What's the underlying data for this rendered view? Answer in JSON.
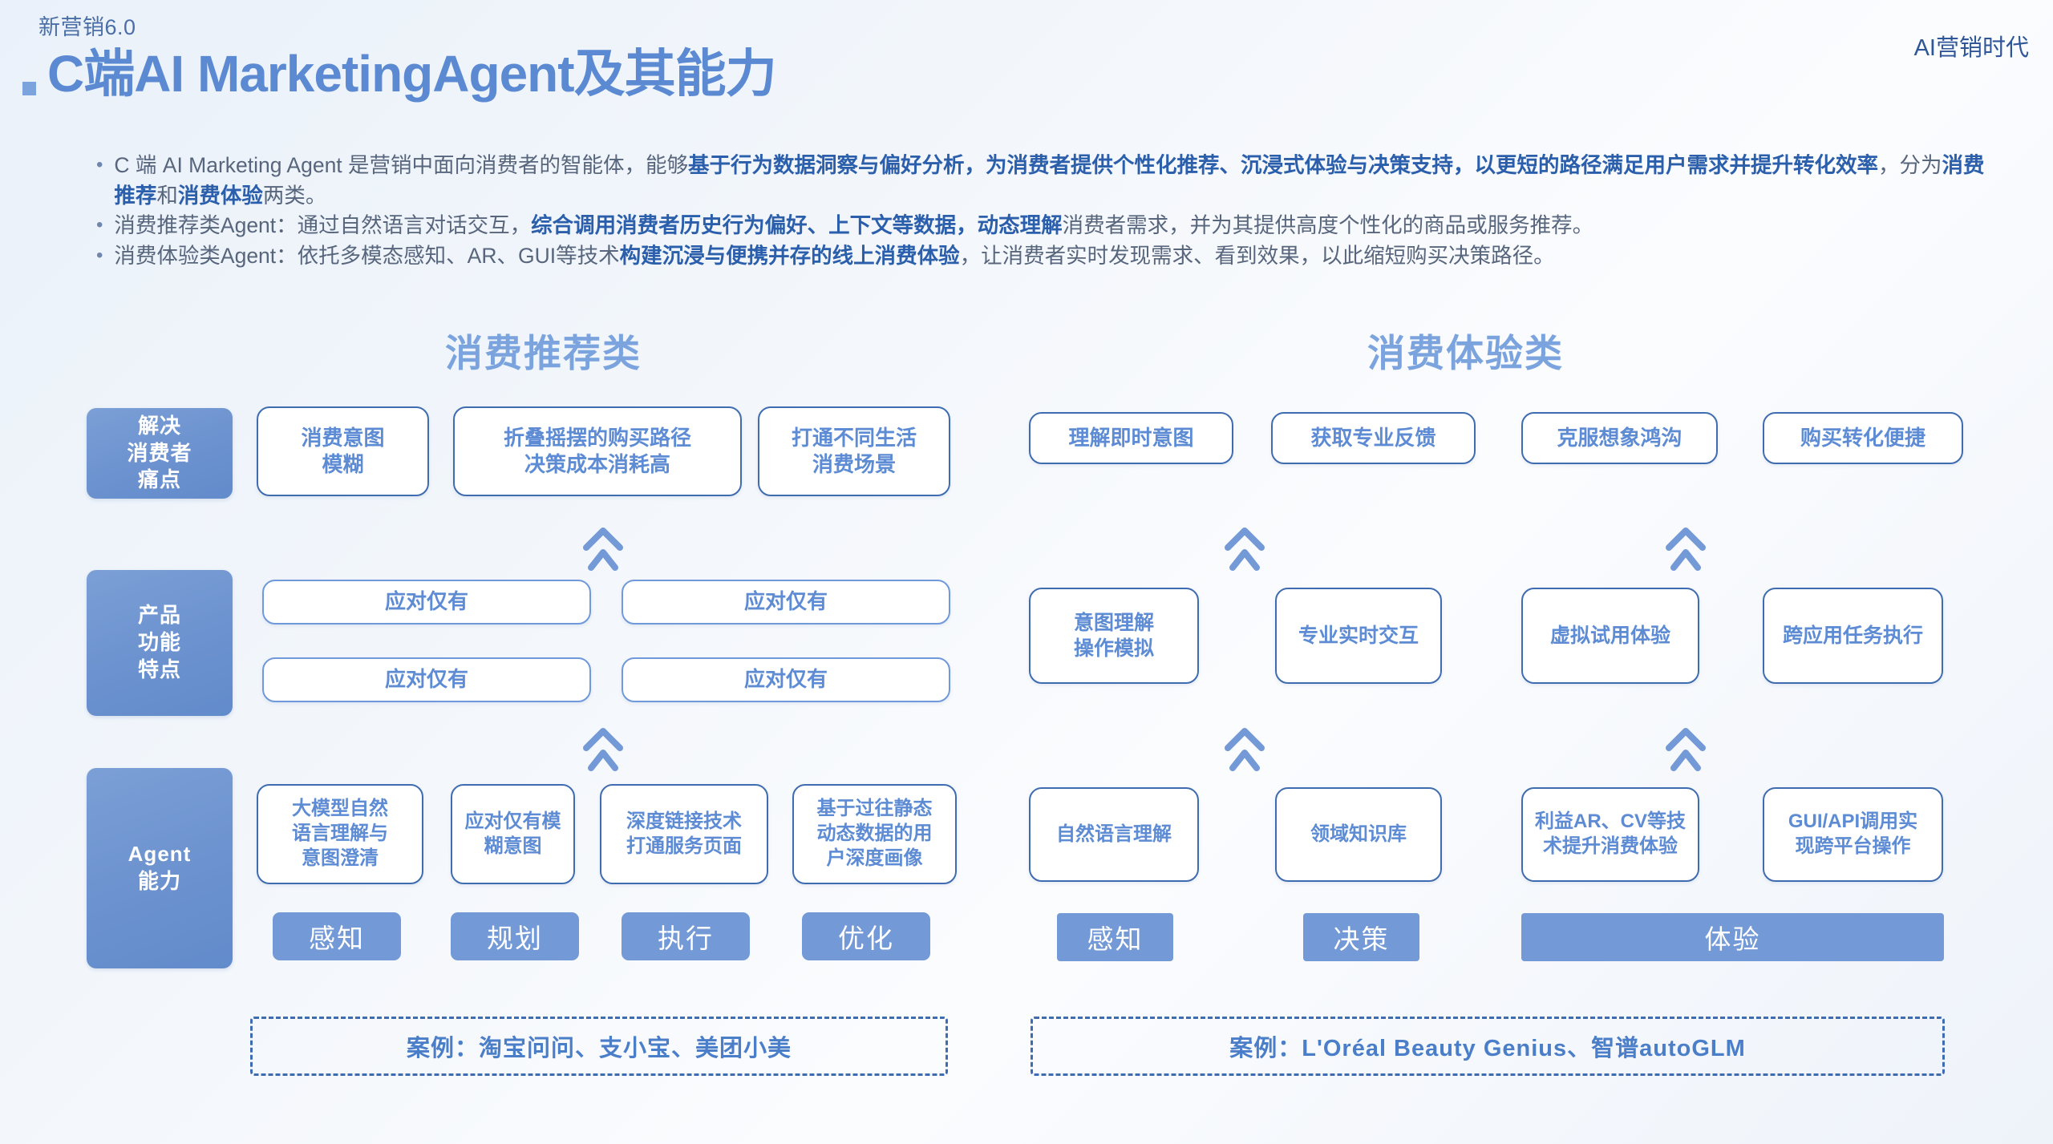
{
  "header": {
    "kicker": "新营销6.0",
    "top_right": "AI营销时代",
    "title": "C端AI MarketingAgent及其能力"
  },
  "bullets": [
    {
      "marker": "•",
      "segments": [
        {
          "text": "C 端 AI Marketing Agent 是营销中面向消费者的智能体，能够",
          "bold": false
        },
        {
          "text": "基于行为数据洞察与偏好分析，为消费者提供个性化推荐、沉浸式体验与决策支持，以更短的路径满足用户需求并提升转化效率",
          "bold": true
        },
        {
          "text": "，分为",
          "bold": false
        },
        {
          "text": "消费推荐",
          "bold": true
        },
        {
          "text": "和",
          "bold": false
        },
        {
          "text": "消费体验",
          "bold": true
        },
        {
          "text": "两类。",
          "bold": false
        }
      ]
    },
    {
      "marker": "•",
      "segments": [
        {
          "text": "消费推荐类Agent：通过自然语言对话交互，",
          "bold": false
        },
        {
          "text": "综合调用消费者历史行为偏好、上下文等数据，动态理解",
          "bold": true
        },
        {
          "text": "消费者需求，并为其提供高度个性化的商品或服务推荐。",
          "bold": false
        }
      ]
    },
    {
      "marker": "•",
      "segments": [
        {
          "text": "消费体验类Agent：依托多模态感知、AR、GUI等技术",
          "bold": false
        },
        {
          "text": "构建沉浸与便携并存的线上消费体验",
          "bold": true
        },
        {
          "text": "，让消费者实时发现需求、看到效果，以此缩短购买决策路径。",
          "bold": false
        }
      ]
    }
  ],
  "sections": {
    "left_title": "消费推荐类",
    "right_title": "消费体验类"
  },
  "row_labels": [
    "解决\n消费者\n痛点",
    "产品\n功能\n特点",
    "Agent\n能力"
  ],
  "left_panel": {
    "painpoints": [
      "消费意图\n模糊",
      "折叠摇摆的购买路径\n决策成本消耗高",
      "打通不同生活\n消费场景"
    ],
    "features": [
      "应对仅有",
      "应对仅有",
      "应对仅有",
      "应对仅有"
    ],
    "agent_abilities": [
      "大模型自然\n语言理解与\n意图澄清",
      "应对仅有模\n糊意图",
      "深度链接技术\n打通服务页面",
      "基于过往静态\n动态数据的用\n户深度画像"
    ],
    "stages": [
      "感知",
      "规划",
      "执行",
      "优化"
    ],
    "case": "案例：淘宝问问、支小宝、美团小美"
  },
  "right_panel": {
    "painpoints": [
      "理解即时意图",
      "获取专业反馈",
      "克服想象鸿沟",
      "购买转化便捷"
    ],
    "features": [
      "意图理解\n操作模拟",
      "专业实时交互",
      "虚拟试用体验",
      "跨应用任务执行"
    ],
    "agent_abilities": [
      "自然语言理解",
      "领域知识库",
      "利益AR、CV等技\n术提升消费体验",
      "GUI/API调用实\n现跨平台操作"
    ],
    "stages": [
      "感知",
      "决策",
      "体验"
    ],
    "case": "案例：L'Oréal Beauty Genius、智谱autoGLM"
  },
  "icons": {
    "chevron_up_double": "chevron-up-double-icon",
    "title_marker": "square-marker-icon"
  },
  "colors": {
    "accent": "#5b8ad3",
    "accent_dark": "#2b5fab",
    "card_border": "#3f6cb0",
    "fill_chip": "#7399d6",
    "label_block": "#6c92cf",
    "body_text": "#58667d",
    "background": "#eef3fa"
  }
}
